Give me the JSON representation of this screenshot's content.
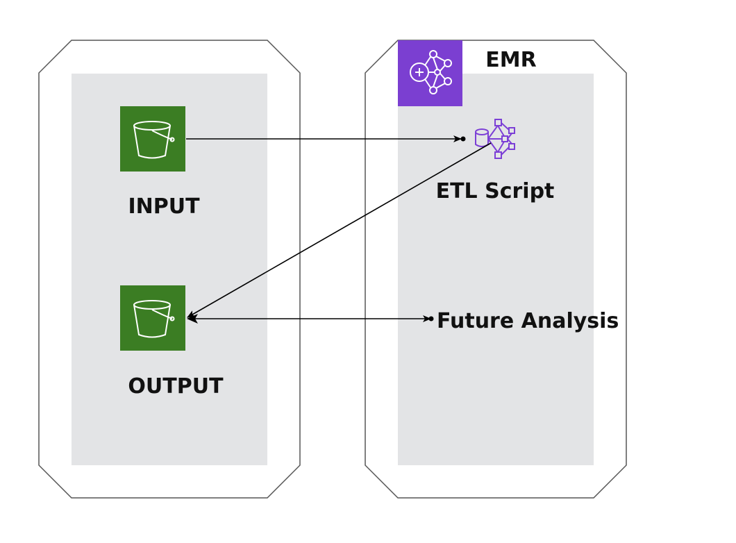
{
  "containers": {
    "left": {
      "label": ""
    },
    "right": {
      "label": "EMR",
      "icon": "emr-icon"
    }
  },
  "nodes": {
    "input": {
      "label": "INPUT",
      "icon": "s3-bucket-icon"
    },
    "output": {
      "label": "OUTPUT",
      "icon": "s3-bucket-icon"
    },
    "etl": {
      "label": "ETL Script",
      "icon": "etl-script-icon"
    },
    "analysis": {
      "label": "Future Analysis"
    }
  },
  "edges": [
    {
      "from": "INPUT",
      "to": "ETL Script"
    },
    {
      "from": "ETL Script",
      "to": "OUTPUT"
    },
    {
      "from": "OUTPUT",
      "to": "Future Analysis"
    },
    {
      "from": "Future Analysis",
      "to": "OUTPUT"
    }
  ],
  "colors": {
    "container_border": "#555555",
    "panel_fill": "#e3e4e6",
    "s3_green": "#3b7d23",
    "emr_purple": "#7b3fd1",
    "etl_purple": "#7c3fd6",
    "edge": "#000000"
  }
}
